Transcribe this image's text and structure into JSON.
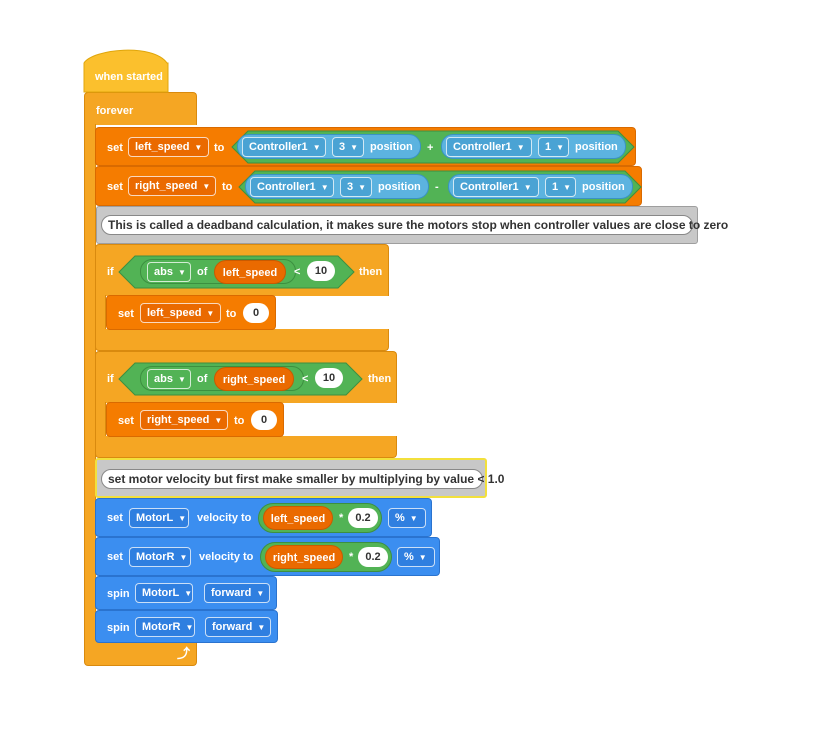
{
  "hat": {
    "label": "when started"
  },
  "forever": {
    "label": "forever",
    "loop_icon": "loop-arrow-icon"
  },
  "set_left": {
    "set": "set",
    "var": "left_speed",
    "to": "to",
    "a": {
      "controller": "Controller1",
      "axis": "3",
      "suffix": "position"
    },
    "op": "+",
    "b": {
      "controller": "Controller1",
      "axis": "1",
      "suffix": "position"
    }
  },
  "set_right": {
    "set": "set",
    "var": "right_speed",
    "to": "to",
    "a": {
      "controller": "Controller1",
      "axis": "3",
      "suffix": "position"
    },
    "op": "-",
    "b": {
      "controller": "Controller1",
      "axis": "1",
      "suffix": "position"
    }
  },
  "comment1": "This is called a deadband calculation, it makes sure the motors stop when controller values are close to zero",
  "if_left": {
    "if": "if",
    "func": "abs",
    "of": "of",
    "var": "left_speed",
    "cmp": "<",
    "value": "10",
    "then": "then",
    "body": {
      "set": "set",
      "var": "left_speed",
      "to": "to",
      "value": "0"
    }
  },
  "if_right": {
    "if": "if",
    "func": "abs",
    "of": "of",
    "var": "right_speed",
    "cmp": "<",
    "value": "10",
    "then": "then",
    "body": {
      "set": "set",
      "var": "right_speed",
      "to": "to",
      "value": "0"
    }
  },
  "comment2": "set motor velocity but first make smaller by multiplying by value < 1.0",
  "vel_left": {
    "set": "set",
    "motor": "MotorL",
    "label": "velocity to",
    "var": "left_speed",
    "op": "*",
    "value": "0.2",
    "unit": "%"
  },
  "vel_right": {
    "set": "set",
    "motor": "MotorR",
    "label": "velocity to",
    "var": "right_speed",
    "op": "*",
    "value": "0.2",
    "unit": "%"
  },
  "spin_left": {
    "spin": "spin",
    "motor": "MotorL",
    "dir": "forward"
  },
  "spin_right": {
    "spin": "spin",
    "motor": "MotorR",
    "dir": "forward"
  },
  "caret": "▼",
  "colors": {
    "event": "#fbc02d",
    "control": "#f5a623",
    "variables": "#f57c00",
    "operators": "#52b355",
    "sensing": "#5cb3e0",
    "motion": "#3b8ef0",
    "comment": "#c8c8c8"
  }
}
